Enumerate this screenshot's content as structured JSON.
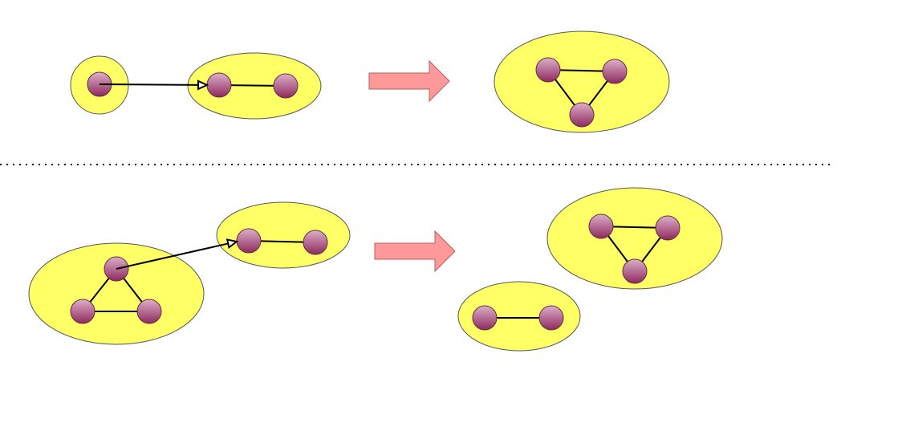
{
  "colors": {
    "group_fill": "#ffff66",
    "group_stroke": "#555555",
    "node_top": "#dcb0c8",
    "node_bottom": "#8e2a5e",
    "node_stroke": "#6a2848",
    "edge": "#000000",
    "transition_arrow_fill": "#ff9999",
    "transition_arrow_stroke": "#b06060",
    "divider": "#000000"
  },
  "scenarios": [
    {
      "name": "single-node-joins-pair",
      "result": "triangle"
    },
    {
      "name": "triangle-node-links-pair",
      "result": "triangle-and-pair"
    }
  ]
}
